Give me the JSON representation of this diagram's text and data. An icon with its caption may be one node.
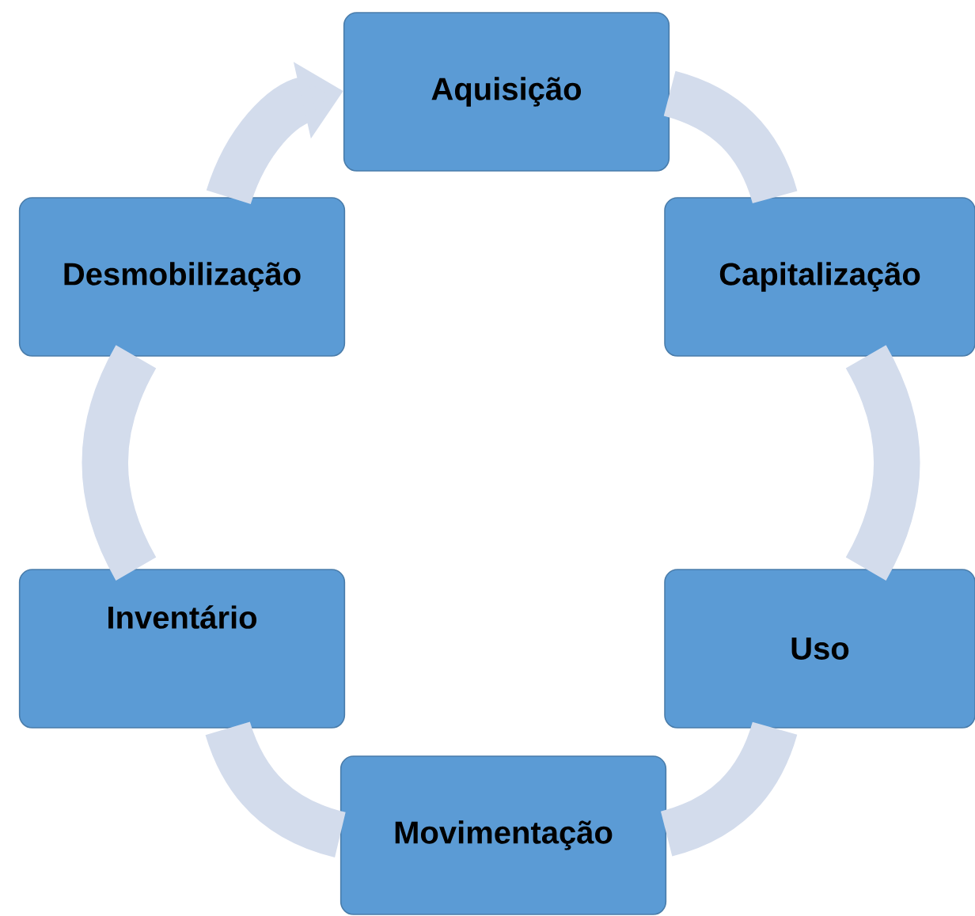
{
  "diagram": {
    "nodes": [
      {
        "text": [
          "Aquisição"
        ]
      },
      {
        "text": [
          "Capitalização"
        ]
      },
      {
        "text": [
          "Uso"
        ]
      },
      {
        "text": [
          "Movimentação"
        ]
      },
      {
        "text": [
          "Inventário"
        ]
      },
      {
        "text": [
          "Desmobilização"
        ]
      }
    ],
    "edges": [
      {
        "from": 0,
        "to": 1,
        "arrow": "none"
      },
      {
        "from": 1,
        "to": 2,
        "arrow": "none"
      },
      {
        "from": 2,
        "to": 3,
        "arrow": "none"
      },
      {
        "from": 3,
        "to": 4,
        "arrow": "none"
      },
      {
        "from": 4,
        "to": 5,
        "arrow": "none"
      },
      {
        "from": 5,
        "to": 0,
        "arrow": "to"
      }
    ]
  }
}
